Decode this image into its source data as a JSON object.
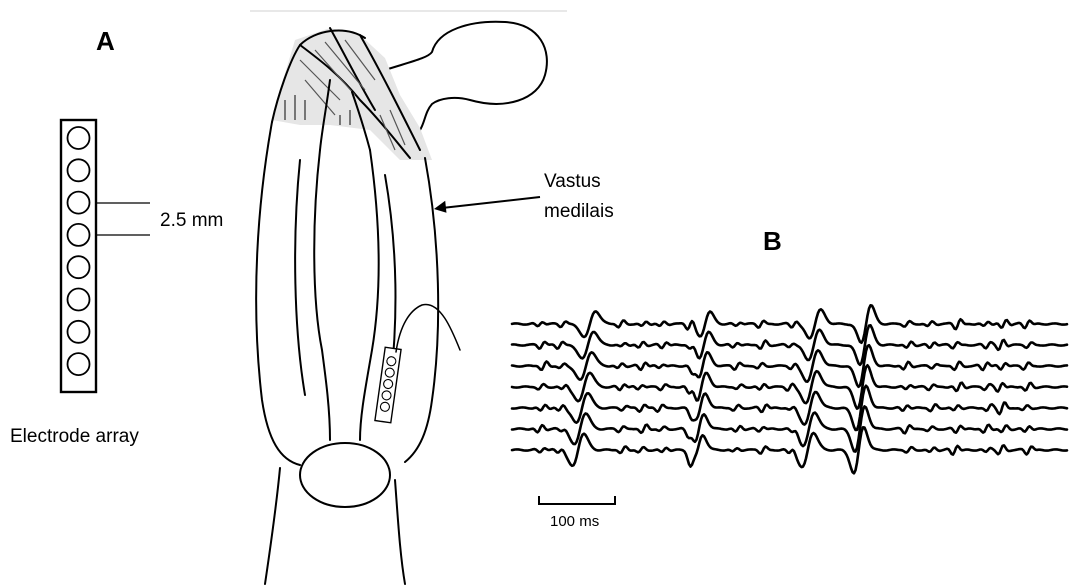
{
  "panels": {
    "a": "A",
    "b": "B"
  },
  "electrode": {
    "caption": "Electrode array",
    "spacing": "2.5 mm",
    "electrode_count": 8
  },
  "muscle": {
    "label_line1": "Vastus",
    "label_line2": "medilais"
  },
  "emg": {
    "channel_count": 7,
    "scale_label": "100 ms"
  }
}
